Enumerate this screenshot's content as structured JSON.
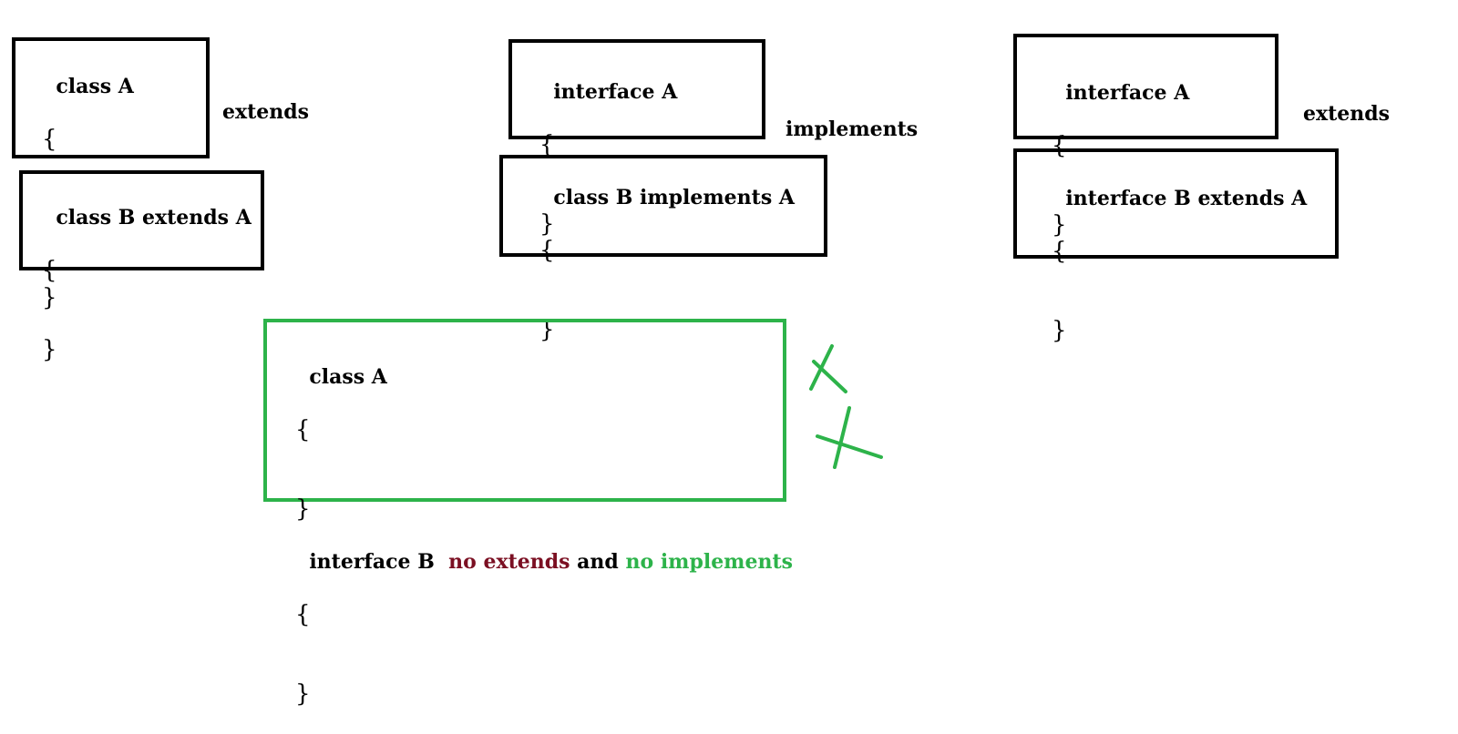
{
  "colors": {
    "box_border": "#000000",
    "highlight_box_border": "#2db34a",
    "no_extends": "#7b0f22",
    "no_implements": "#2db34a",
    "cross_marks": "#2db34a"
  },
  "panel1": {
    "class_a_header": "class A",
    "class_a_open": "{",
    "class_a_close": "}",
    "relation_label": "extends",
    "class_b_header": "class B extends A",
    "class_b_open": "{",
    "class_b_close": "}"
  },
  "panel2": {
    "iface_a_header": "interface A",
    "iface_a_open": "{",
    "iface_a_close": "}",
    "relation_label": "implements",
    "class_b_header": "class B implements A",
    "class_b_open": "{",
    "class_b_close": "}"
  },
  "panel3": {
    "iface_a_header": "interface A",
    "iface_a_open": "{",
    "iface_a_close": "}",
    "relation_label": "extends",
    "iface_b_header": "interface B extends A",
    "iface_b_open": "{",
    "iface_b_close": "}"
  },
  "bottom": {
    "class_a_header": "class A",
    "class_a_open": "{",
    "class_a_close": "}",
    "iface_b_header": "interface B",
    "no_extends": "no extends",
    "and_word": "and",
    "no_implements": "no implements",
    "iface_b_open": "{",
    "iface_b_close": "}"
  },
  "icons": {
    "cross_1": "cross-mark-icon",
    "cross_2": "cross-mark-icon"
  }
}
